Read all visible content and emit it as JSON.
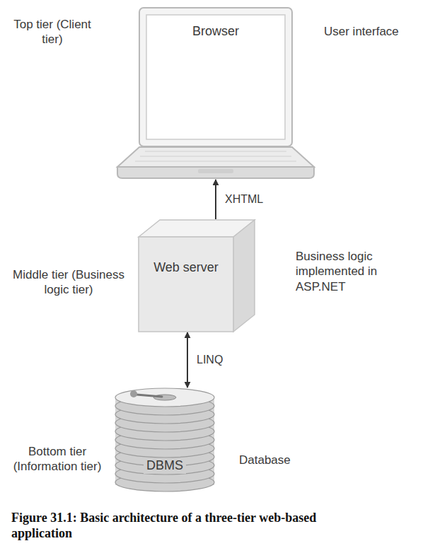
{
  "diagram": {
    "caption": "Figure 31.1: Basic architecture of a three-tier web-based application",
    "nodes": [
      {
        "text": [
          "Browser"
        ]
      },
      {
        "text": [
          "Web server"
        ]
      },
      {
        "text": [
          "DBMS"
        ]
      }
    ],
    "edges": [
      {
        "from": 1,
        "to": 0,
        "label": "XHTML",
        "arrow": "to"
      },
      {
        "from": 1,
        "to": 2,
        "label": "LINQ",
        "arrow": "both"
      }
    ],
    "labels": [
      "Top tier (Client tier)",
      "User interface",
      "Middle tier (Business logic tier)",
      "Business logic implemented in ASP.NET",
      "Bottom tier (Information tier)",
      "Database"
    ]
  }
}
